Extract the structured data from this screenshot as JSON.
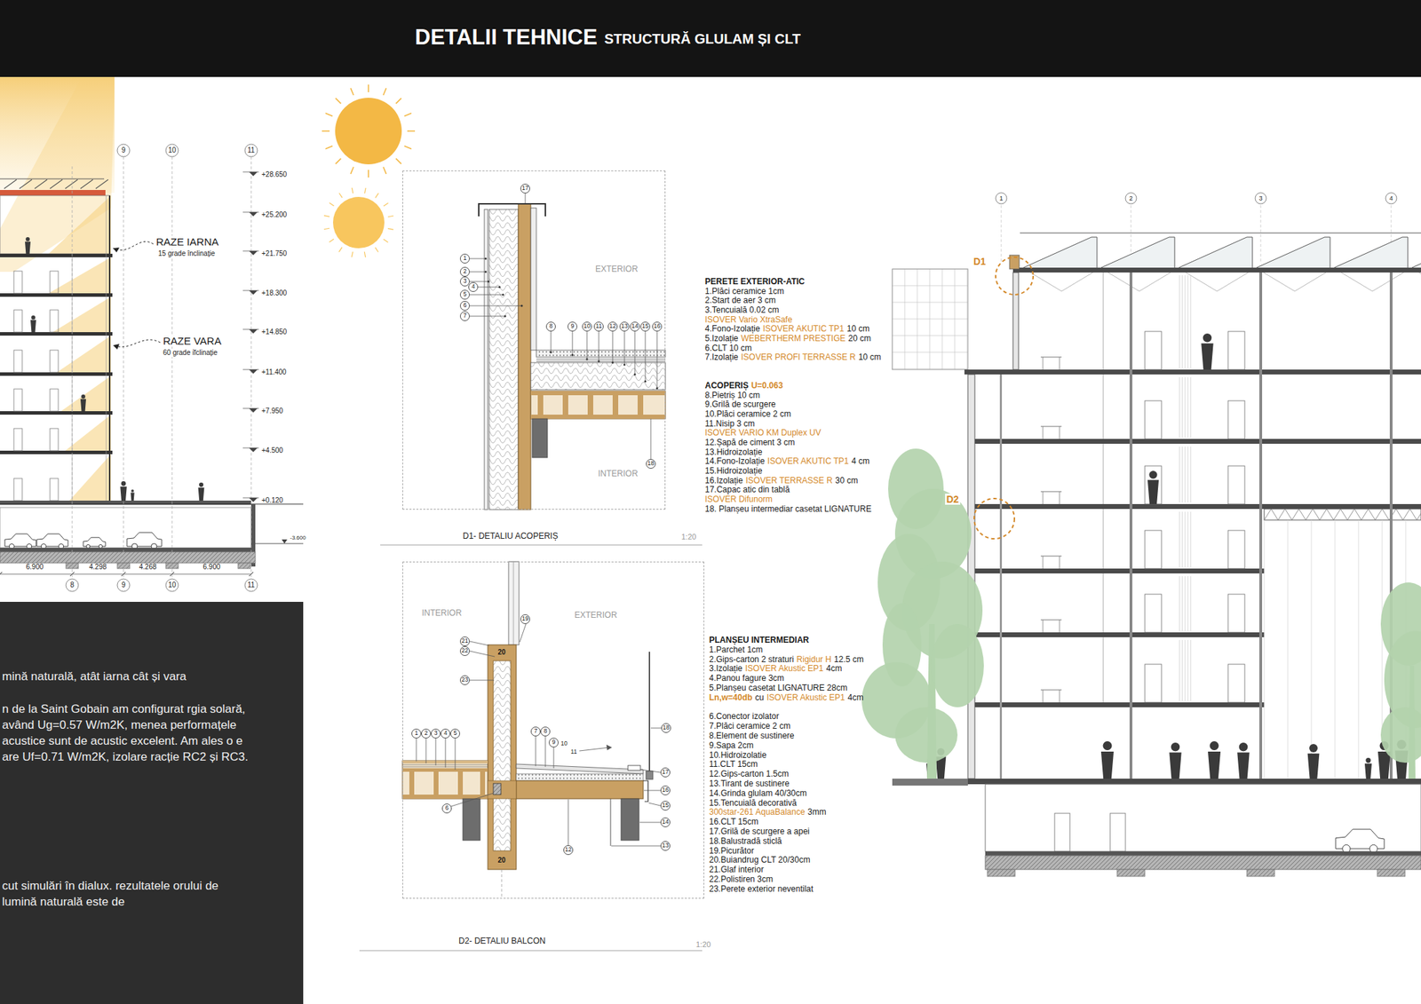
{
  "diagram": {
    "title": "DETALII TEHNICE",
    "nodes": [
      {
        "text": [
          "mină naturală, atât iarna cât și vara",
          "n de la Saint Gobain am configurat rgia solară, având Ug=0.57 W/m2K, menea performațele acustice sunt de acustic excelent. Am ales o e are Uf=0.71 W/m2K, izolare racție RC2 și RC3.",
          "cut simulări în dialux. rezultatele orului de lumină naturală este de"
        ]
      },
      {
        "text": [
          "D1- DETALIU ACOPERIȘ"
        ]
      },
      {
        "text": [
          "D2- DETALIU BALCON"
        ]
      }
    ],
    "labels": [
      "STRUCTURĂ GLULAM ȘI CLT",
      "9",
      "10",
      "11",
      "+28.650",
      "+25.200",
      "+21.750",
      "+18.300",
      "+14.850",
      "+11.400",
      "+7.950",
      "+4.500",
      "+0.120",
      "-3.600",
      "RAZE IARNA",
      "15 grade înclinație",
      "RAZE VARA",
      "60 grade iĭclinație",
      "6.900",
      "4.298",
      "4.268",
      "6.900",
      "8",
      "9",
      "10",
      "11",
      "EXTERIOR",
      "INTERIOR",
      "17",
      "1",
      "2",
      "3",
      "4",
      "5",
      "6",
      "7",
      "8",
      "9",
      "10",
      "11",
      "12",
      "13",
      "14",
      "15",
      "16",
      "18",
      "1:20",
      "INTERIOR",
      "EXTERIOR",
      "19",
      "21",
      "22",
      "20",
      "23",
      "1",
      "2",
      "3",
      "4",
      "5",
      "7",
      "8",
      "9",
      "10",
      "11",
      "18",
      "17",
      "16",
      "15",
      "14",
      "13",
      "6",
      "12",
      "20",
      "1:20",
      "PERETE EXTERIOR-ATIC",
      "1.Plăci ceramice 1cm",
      "2.Start de aer 3 cm",
      "3.Tencuială 0.02 cm",
      "ISOVER Vario XtraSafe",
      "4.Fono-Izolație",
      "ISOVER AKUTIC TP1",
      "10 cm",
      "5.Izolație",
      "WEBERTHERM PRESTIGE",
      "20 cm",
      "6.CLT 10 cm",
      "7.Izolație",
      "ISOVER PROFI TERRASSE R",
      "10 cm",
      "ACOPERIȘ",
      "U=0.063",
      "8.Pietriș 10 cm",
      "9.Grilă de scurgere",
      "10.Plăci ceramice 2 cm",
      "11.Nisip 3 cm",
      "ISOVER VARIO KM Duplex UV",
      "12.Șapă de ciment 3 cm",
      "13.Hidroizolație",
      "14.Fono-Izolație",
      "ISOVER AKUTIC TP1",
      "4 cm",
      "15.Hidroizolație",
      "16.Izolație",
      "ISOVER TERRASSE R",
      "30 cm",
      "17.Capac atic din tablă",
      "ISOVER Difunorm",
      "18. Planșeu intermediar casetat LIGNATURE",
      "PLANȘEU INTERMEDIAR",
      "1.Parchet 1cm",
      "2.Gips-carton 2 straturi",
      "Rigidur H",
      "12.5 cm",
      "3.Izolație",
      "ISOVER Akustic EP1",
      "4cm",
      "4.Panou fagure 3cm",
      "5.Planșeu casetat LIGNATURE 28cm",
      "Ln,w=40db",
      "cu",
      "ISOVER Akustic EP1",
      "4cm",
      "6.Conector izolator",
      "7.Plăci ceramice 2 cm",
      "8.Element de sustinere",
      "9.Sapa 2cm",
      "10.Hidroizolatie",
      "11.CLT 15cm",
      "12.Gips-carton 1.5cm",
      "13.Tirant de sustinere",
      "14.Grinda glulam 40/30cm",
      "15.Tencuială decorativă",
      "300star-261 AquaBalance",
      "3mm",
      "16.CLT 15cm",
      "17.Grilă de scurgere a apei",
      "18.Balustradă sticlă",
      "19.Picurător",
      "20.Buiandrug CLT 20/30cm",
      "21.Glaf interior",
      "22.Polistiren 3cm",
      "23.Perete exterior neventilat",
      "D1",
      "D2",
      "1",
      "2",
      "3",
      "4"
    ]
  }
}
